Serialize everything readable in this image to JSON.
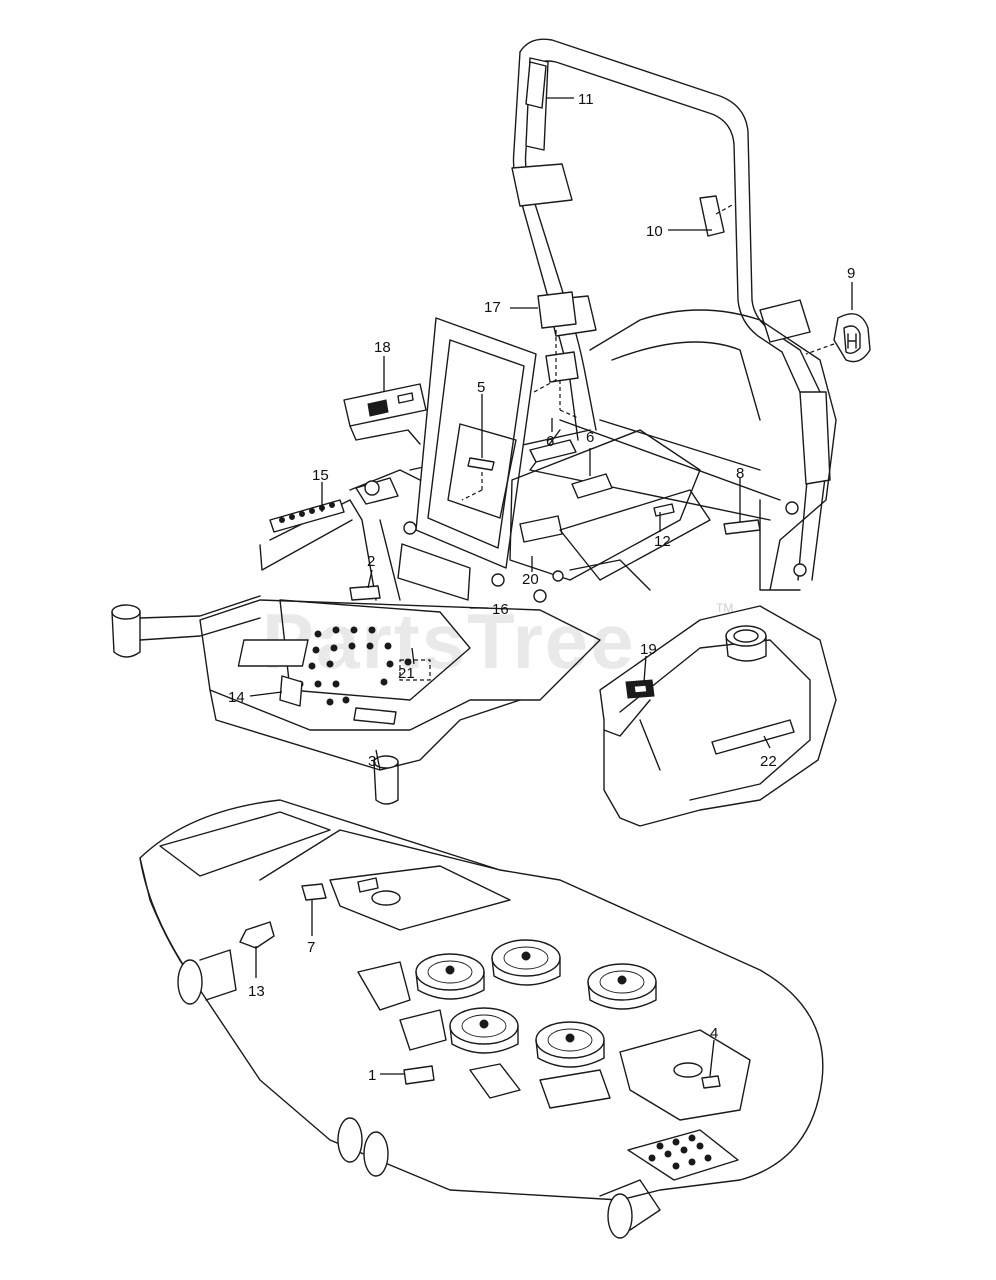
{
  "watermark": {
    "text": "PartsTree",
    "trademark": "TM"
  },
  "callouts": [
    {
      "id": "c11",
      "label": "11"
    },
    {
      "id": "c10",
      "label": "10"
    },
    {
      "id": "c9",
      "label": "9"
    },
    {
      "id": "c17",
      "label": "17"
    },
    {
      "id": "c18",
      "label": "18"
    },
    {
      "id": "c5",
      "label": "5"
    },
    {
      "id": "c6a",
      "label": "6"
    },
    {
      "id": "c6b",
      "label": "6"
    },
    {
      "id": "c8",
      "label": "8"
    },
    {
      "id": "c15",
      "label": "15"
    },
    {
      "id": "c12",
      "label": "12"
    },
    {
      "id": "c2",
      "label": "2"
    },
    {
      "id": "c20",
      "label": "20"
    },
    {
      "id": "c16",
      "label": "16"
    },
    {
      "id": "c21",
      "label": "21"
    },
    {
      "id": "c19",
      "label": "19"
    },
    {
      "id": "c14",
      "label": "14"
    },
    {
      "id": "c22",
      "label": "22"
    },
    {
      "id": "c3",
      "label": "3"
    },
    {
      "id": "c7",
      "label": "7"
    },
    {
      "id": "c13",
      "label": "13"
    },
    {
      "id": "c4",
      "label": "4"
    },
    {
      "id": "c1",
      "label": "1"
    }
  ]
}
